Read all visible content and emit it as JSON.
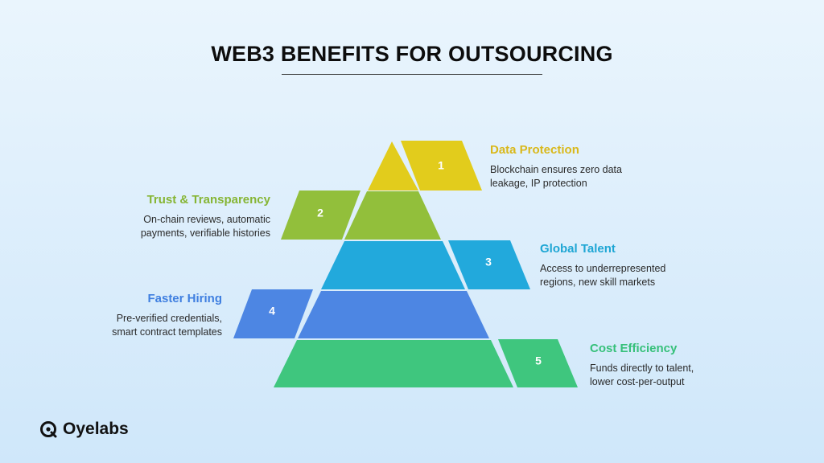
{
  "title": "WEB3 BENEFITS FOR OUTSOURCING",
  "levels": [
    {
      "number": "1",
      "heading": "Data Protection",
      "description": "Blockchain ensures zero data leakage, IP protection",
      "color": "#e2cc1c"
    },
    {
      "number": "2",
      "heading": "Trust & Transparency",
      "description": "On-chain reviews, automatic payments, verifiable histories",
      "color": "#92bf3b"
    },
    {
      "number": "3",
      "heading": "Global Talent",
      "description": "Access to underrepresented regions, new skill markets",
      "color": "#22a9dc"
    },
    {
      "number": "4",
      "heading": "Faster Hiring",
      "description": "Pre-verified credentials, smart contract templates",
      "color": "#4d86e3"
    },
    {
      "number": "5",
      "heading": "Cost Efficiency",
      "description": "Funds directly to talent, lower cost-per-output",
      "color": "#3fc67e"
    }
  ],
  "heading_colors": [
    "#d9b81b",
    "#86b534",
    "#1ea6d4",
    "#3f7fe0",
    "#36c07a"
  ],
  "brand": "Oyelabs"
}
